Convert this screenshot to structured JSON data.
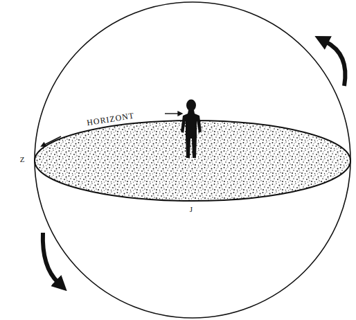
{
  "diagram": {
    "labels": [
      "HORIZONT",
      "Z",
      "J"
    ]
  }
}
